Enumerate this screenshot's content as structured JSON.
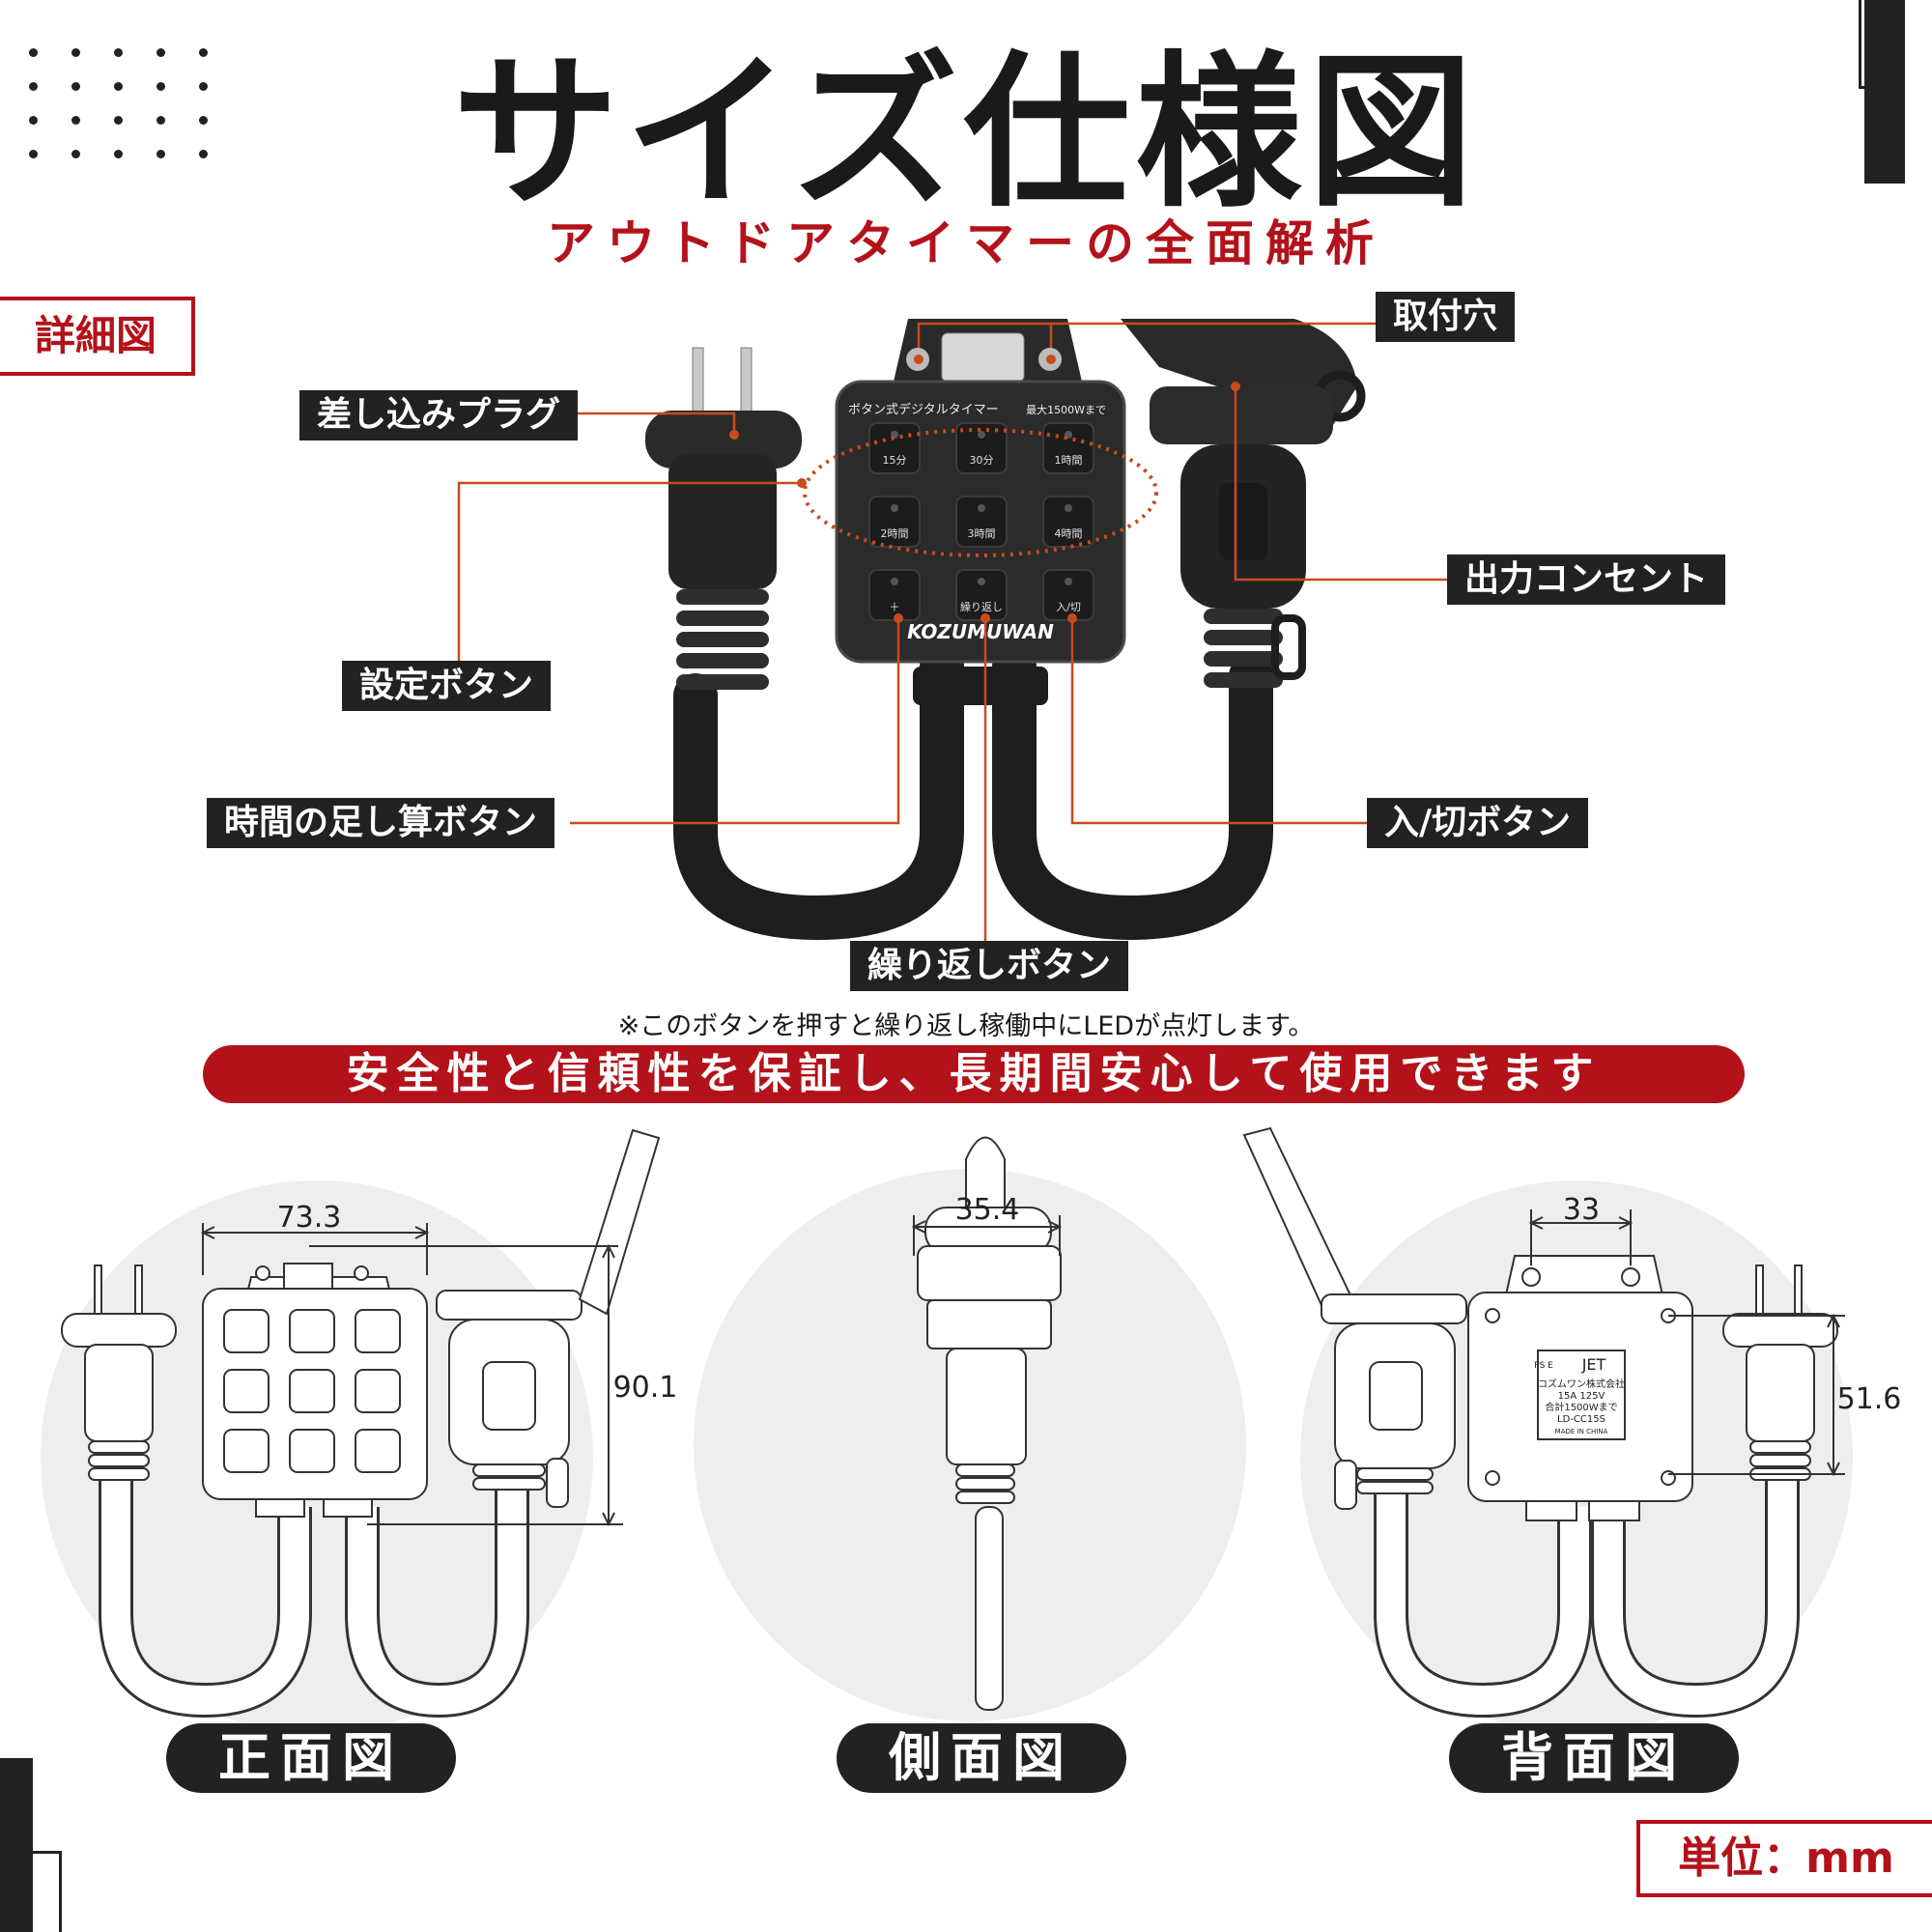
{
  "header": {
    "title": "サイズ仕様図",
    "subtitle": "アウトドアタイマーの全面解析",
    "detail_tag": "詳細図"
  },
  "device": {
    "panel_title": "ボタン式デジタルタイマー",
    "panel_max": "最大1500Wまで",
    "brand": "KOZUMUWAN",
    "buttons": [
      "15分",
      "30分",
      "1時間",
      "2時間",
      "3時間",
      "4時間",
      "＋",
      "繰り返し",
      "入/切"
    ]
  },
  "callouts": {
    "mounting_hole": "取付穴",
    "plug": "差し込みプラグ",
    "outlet": "出力コンセント",
    "set_button": "設定ボタン",
    "add_time_button": "時間の足し算ボタン",
    "power_button": "入/切ボタン",
    "repeat_button": "繰り返しボタン"
  },
  "note": "※このボタンを押すと繰り返し稼働中にLEDが点灯します。",
  "banner": "安全性と信頼性を保証し、長期間安心して使用できます",
  "views": {
    "front": {
      "label": "正面図",
      "width": "73.3",
      "height": "90.1"
    },
    "side": {
      "label": "側面図",
      "depth": "35.4"
    },
    "back": {
      "label": "背面図",
      "hole_spacing": "33",
      "height": "51.6",
      "label_plate": {
        "mark": "PS E",
        "cert": "JET",
        "maker": "コズムワン株式会社",
        "rating": "15A 125V",
        "total": "合計1500Wまで",
        "model": "LD-CC15S",
        "origin": "MADE IN CHINA"
      }
    }
  },
  "unit": "単位：mm",
  "colors": {
    "accent": "#b3121a",
    "dark": "#222222",
    "circle_bg": "#eeeeee"
  }
}
